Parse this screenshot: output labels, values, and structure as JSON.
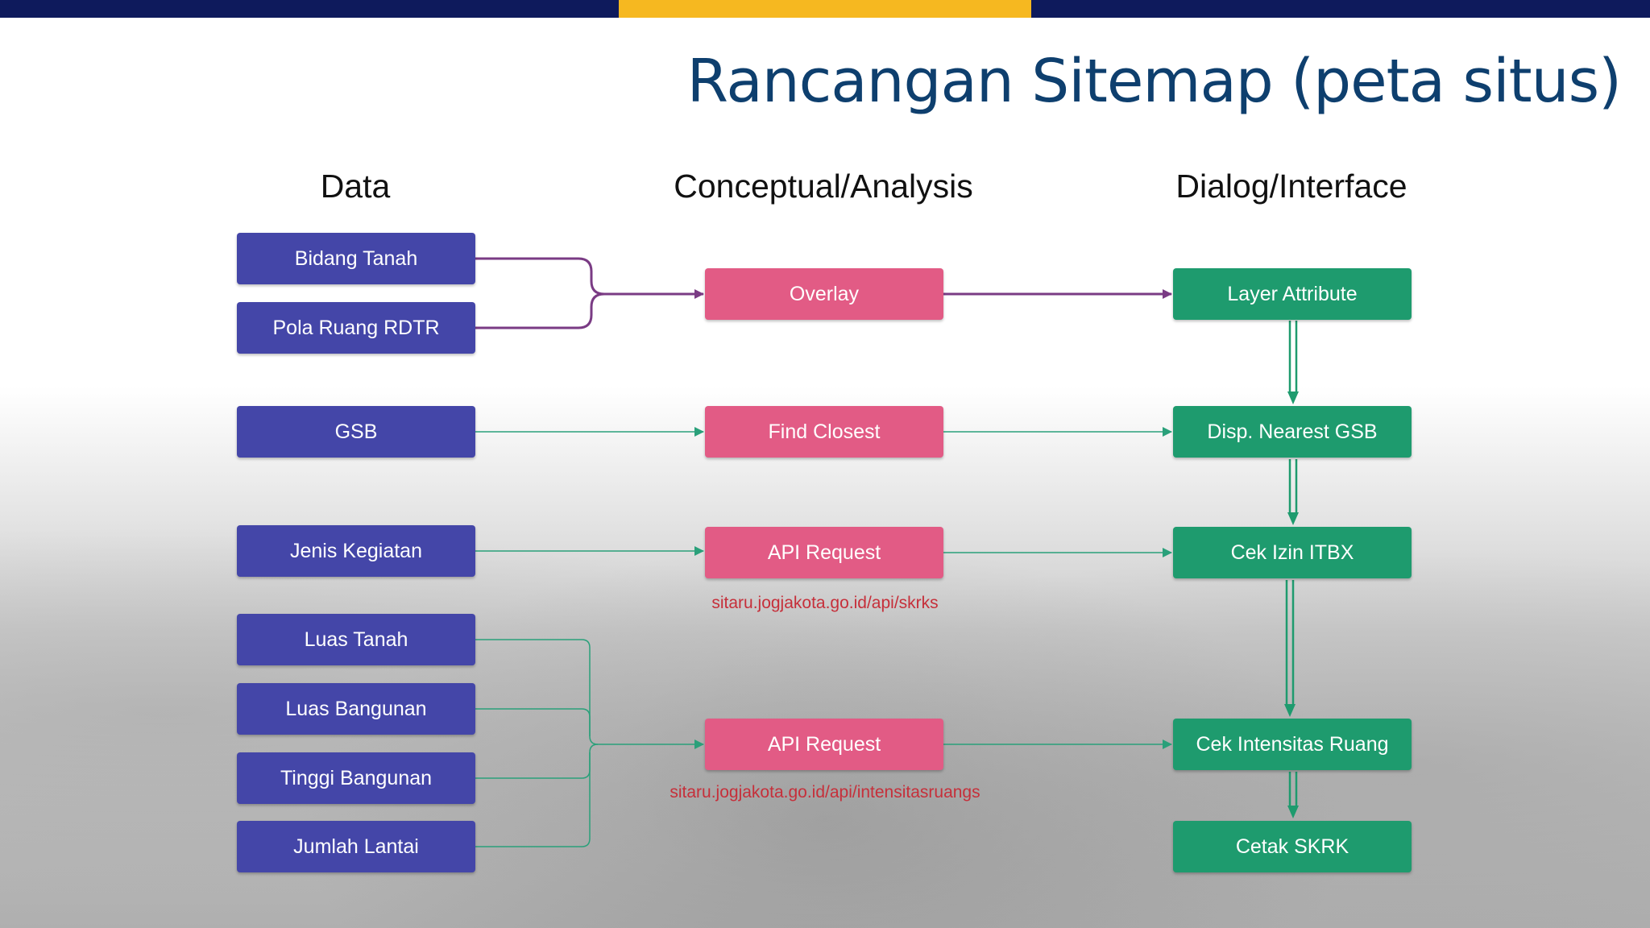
{
  "slide": {
    "title": "Rancangan Sitemap (peta situs)",
    "colors": {
      "navy": "#0e1a5c",
      "gold": "#f6b820",
      "title": "#0e3f6e"
    }
  },
  "columns": {
    "data": "Data",
    "analysis": "Conceptual/Analysis",
    "interface": "Dialog/Interface"
  },
  "data_nodes": [
    "Bidang Tanah",
    "Pola Ruang RDTR",
    "GSB",
    "Jenis Kegiatan",
    "Luas Tanah",
    "Luas Bangunan",
    "Tinggi Bangunan",
    "Jumlah Lantai"
  ],
  "analysis_nodes": [
    "Overlay",
    "Find Closest",
    "API Request",
    "API Request"
  ],
  "interface_nodes": [
    "Layer Attribute",
    "Disp. Nearest GSB",
    "Cek Izin ITBX",
    "Cek Intensitas Ruang",
    "Cetak SKRK"
  ],
  "endpoints": {
    "skrks": "sitaru.jogjakota.go.id/api/skrks",
    "intensitas": "sitaru.jogjakota.go.id/api/intensitasruangs"
  },
  "node_colors": {
    "data": "#4446a8",
    "analysis": "#e25b85",
    "interface": "#1e9b6e",
    "edge_purple": "#7a3b84",
    "edge_green": "#2aa07a"
  }
}
